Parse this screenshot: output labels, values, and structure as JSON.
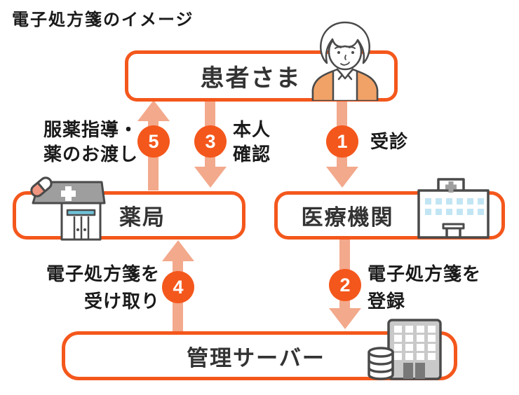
{
  "title": "電子処方箋のイメージ",
  "colors": {
    "accent": "#F4571C",
    "arrow": "#F3A98C",
    "badge_text": "#FFFFFF",
    "text": "#1A1A1A",
    "node_text": "#333333",
    "icon_outline": "#4A4A4A",
    "roof_gray": "#9E9E9E",
    "window_blue": "#C2E5F4",
    "awning_blue": "#6FC2D8",
    "server_gray": "#C9C9C9",
    "vest_orange": "#F1A266",
    "capsule_salmon": "#F09580"
  },
  "nodes": {
    "patient": {
      "label": "患者さま",
      "icon": "elderly-woman-illustration"
    },
    "pharmacy": {
      "label": "薬局",
      "icon": "pharmacy-storefront-icon"
    },
    "medical": {
      "label": "医療機関",
      "icon": "hospital-building-icon"
    },
    "server": {
      "label": "管理サーバー",
      "icon": "server-building-database-icon"
    }
  },
  "steps": [
    {
      "num": "1",
      "lines": [
        "受診"
      ],
      "direction": "down",
      "from": "患者さま",
      "to": "医療機関"
    },
    {
      "num": "2",
      "lines": [
        "電子処方箋を",
        "登録"
      ],
      "direction": "down",
      "from": "医療機関",
      "to": "管理サーバー"
    },
    {
      "num": "3",
      "lines": [
        "本人",
        "確認"
      ],
      "direction": "down",
      "from": "患者さま",
      "to": "薬局"
    },
    {
      "num": "4",
      "lines": [
        "電子処方箋を",
        "受け取り"
      ],
      "direction": "up",
      "from": "管理サーバー",
      "to": "薬局"
    },
    {
      "num": "5",
      "lines": [
        "服薬指導・",
        "薬のお渡し"
      ],
      "direction": "up",
      "from": "薬局",
      "to": "患者さま"
    }
  ]
}
